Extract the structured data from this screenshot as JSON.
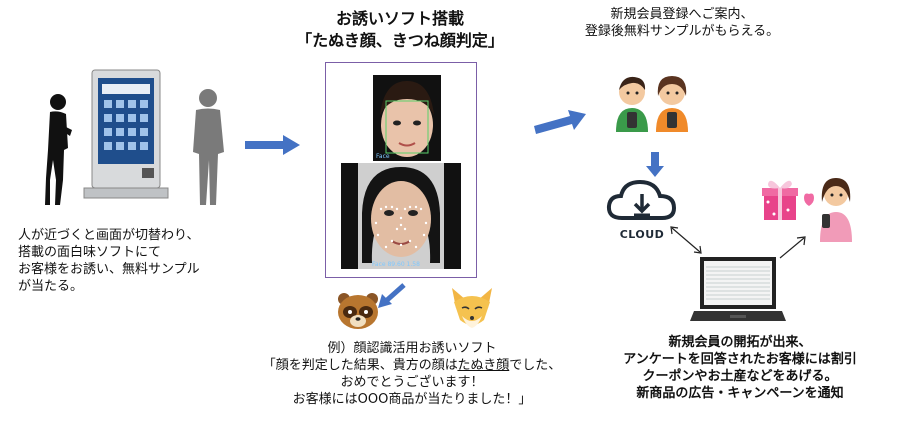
{
  "center": {
    "title_line1": "お誘いソフト搭載",
    "title_line2": "「たぬき顔、きつね顔判定」",
    "caption_line1": "例）顔認識活用お誘いソフト",
    "caption_line2_pre": "「顔を判定した結果、貴方の顔は",
    "caption_line2_underlined": "たぬき顔",
    "caption_line2_post": "でした、",
    "caption_line3": "おめでとうございます！",
    "caption_line4": "お客様にはOOO商品が当たりました！」",
    "face_overlay_top": "Face",
    "face_overlay_bottom": "Face  89.60  1.58"
  },
  "left": {
    "desc_line1": "人が近づくと画面が切替わり、",
    "desc_line2": "搭載の面白味ソフトにて",
    "desc_line3": "お客様をお誘い、無料サンプル",
    "desc_line4": "が当たる。"
  },
  "right_top": {
    "line1": "新規会員登録へご案内、",
    "line2": "登録後無料サンプルがもらえる。"
  },
  "cloud": {
    "label": "CLOUD"
  },
  "right_bottom": {
    "line1": "新規会員の開拓が出来、",
    "line2": "アンケートを回答されたお客様には割引",
    "line3": "クーポンやお土産などをあげる。",
    "line4": "新商品の広告・キャンペーンを通知"
  },
  "colors": {
    "arrow": "#4472c4",
    "frame": "#7b5ea7",
    "cloud": "#1f2a36",
    "gift": "#e8438a"
  }
}
